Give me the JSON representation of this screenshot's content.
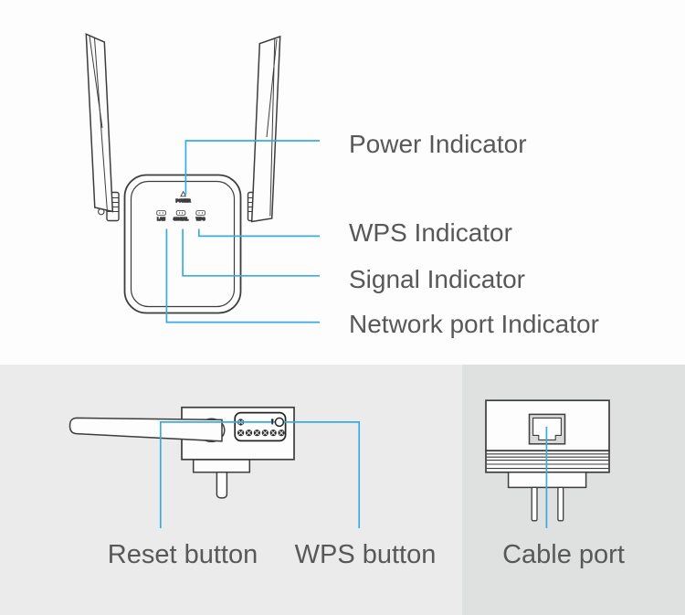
{
  "colors": {
    "accent_blue": "#39ace2",
    "outline": "#3d3d3d",
    "label_text": "#58585a",
    "panel_left_bg": "#ebebeb",
    "panel_right_bg": "#dfe0e0",
    "top_bg": "#fdfdfd"
  },
  "front_view": {
    "device_text": {
      "power": "POWER",
      "lan": "LAN",
      "signal": "SIGNAL",
      "wps": "WPS"
    },
    "callouts": [
      {
        "label": "Power Indicator"
      },
      {
        "label": "WPS Indicator"
      },
      {
        "label": "Signal Indicator"
      },
      {
        "label": "Network port Indicator"
      }
    ]
  },
  "side_view": {
    "callouts": [
      {
        "label": "Reset button"
      },
      {
        "label": "WPS button"
      }
    ]
  },
  "bottom_view": {
    "callouts": [
      {
        "label": "Cable port"
      }
    ]
  }
}
